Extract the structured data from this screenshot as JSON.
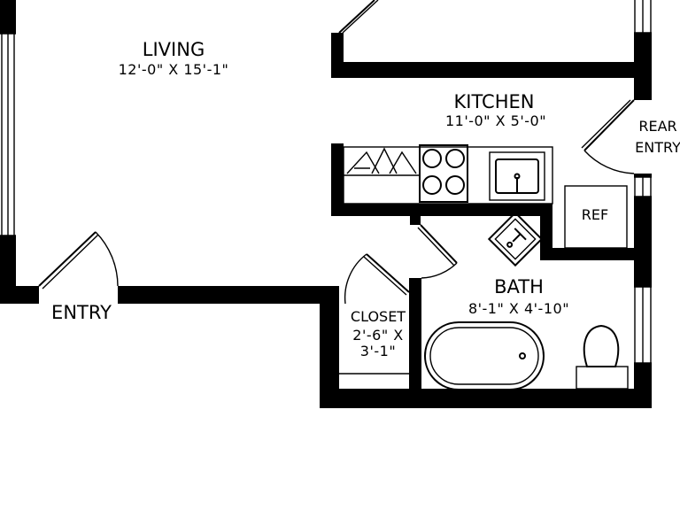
{
  "rooms": {
    "living": {
      "name": "LIVING",
      "dims": "12'-0\" X 15'-1\""
    },
    "kitchen": {
      "name": "KITCHEN",
      "dims": "11'-0\" X 5'-0\""
    },
    "bath": {
      "name": "BATH",
      "dims": "8'-1\" X 4'-10\""
    },
    "closet": {
      "name": "CLOSET",
      "dims_line1": "2'-6\" X",
      "dims_line2": "3'-1\""
    }
  },
  "labels": {
    "entry": "ENTRY",
    "rear_entry_line1": "REAR",
    "rear_entry_line2": "ENTRY",
    "ref": "REF"
  }
}
